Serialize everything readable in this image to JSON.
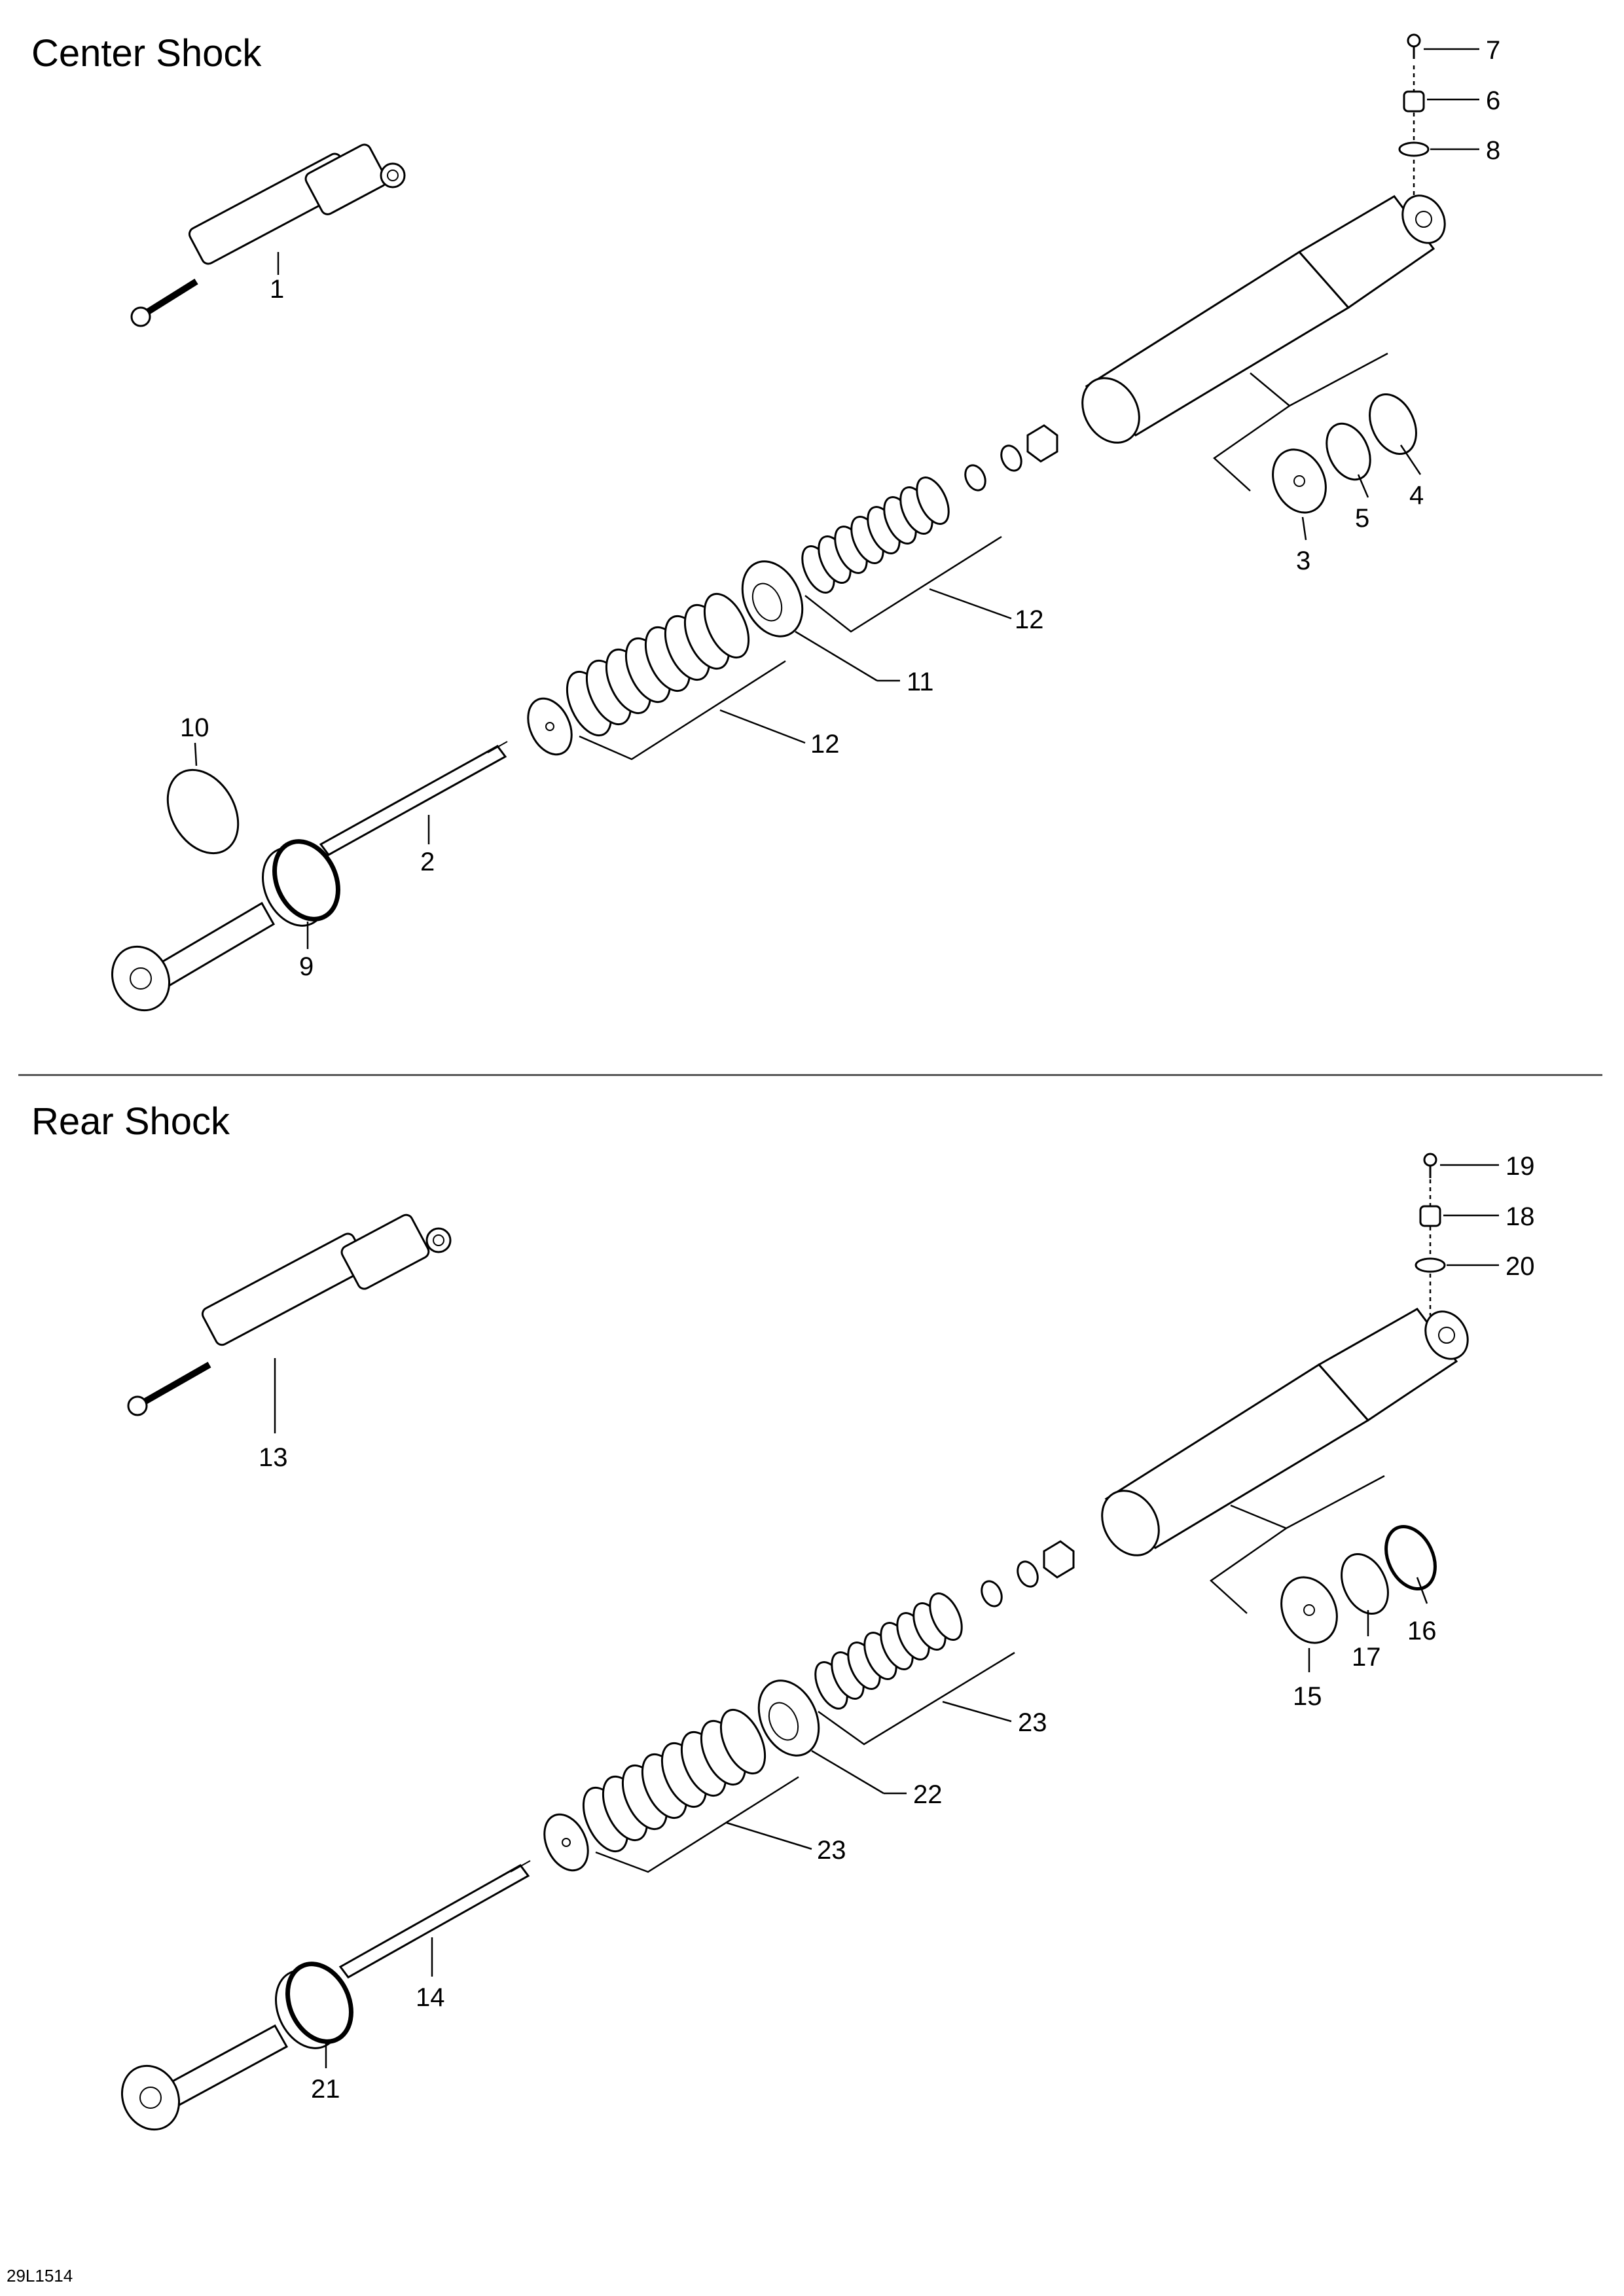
{
  "sections": [
    {
      "title": "Center Shock"
    },
    {
      "title": "Rear Shock"
    }
  ],
  "callouts": {
    "c1": "1",
    "c2": "2",
    "c3": "3",
    "c4": "4",
    "c5": "5",
    "c6": "6",
    "c7": "7",
    "c8": "8",
    "c9": "9",
    "c10": "10",
    "c11": "11",
    "c12a": "12",
    "c12b": "12",
    "c13": "13",
    "c14": "14",
    "c15": "15",
    "c16": "16",
    "c17": "17",
    "c18": "18",
    "c19": "19",
    "c20": "20",
    "c21": "21",
    "c22": "22",
    "c23a": "23",
    "c23b": "23"
  },
  "drawing_code": "29L1514"
}
